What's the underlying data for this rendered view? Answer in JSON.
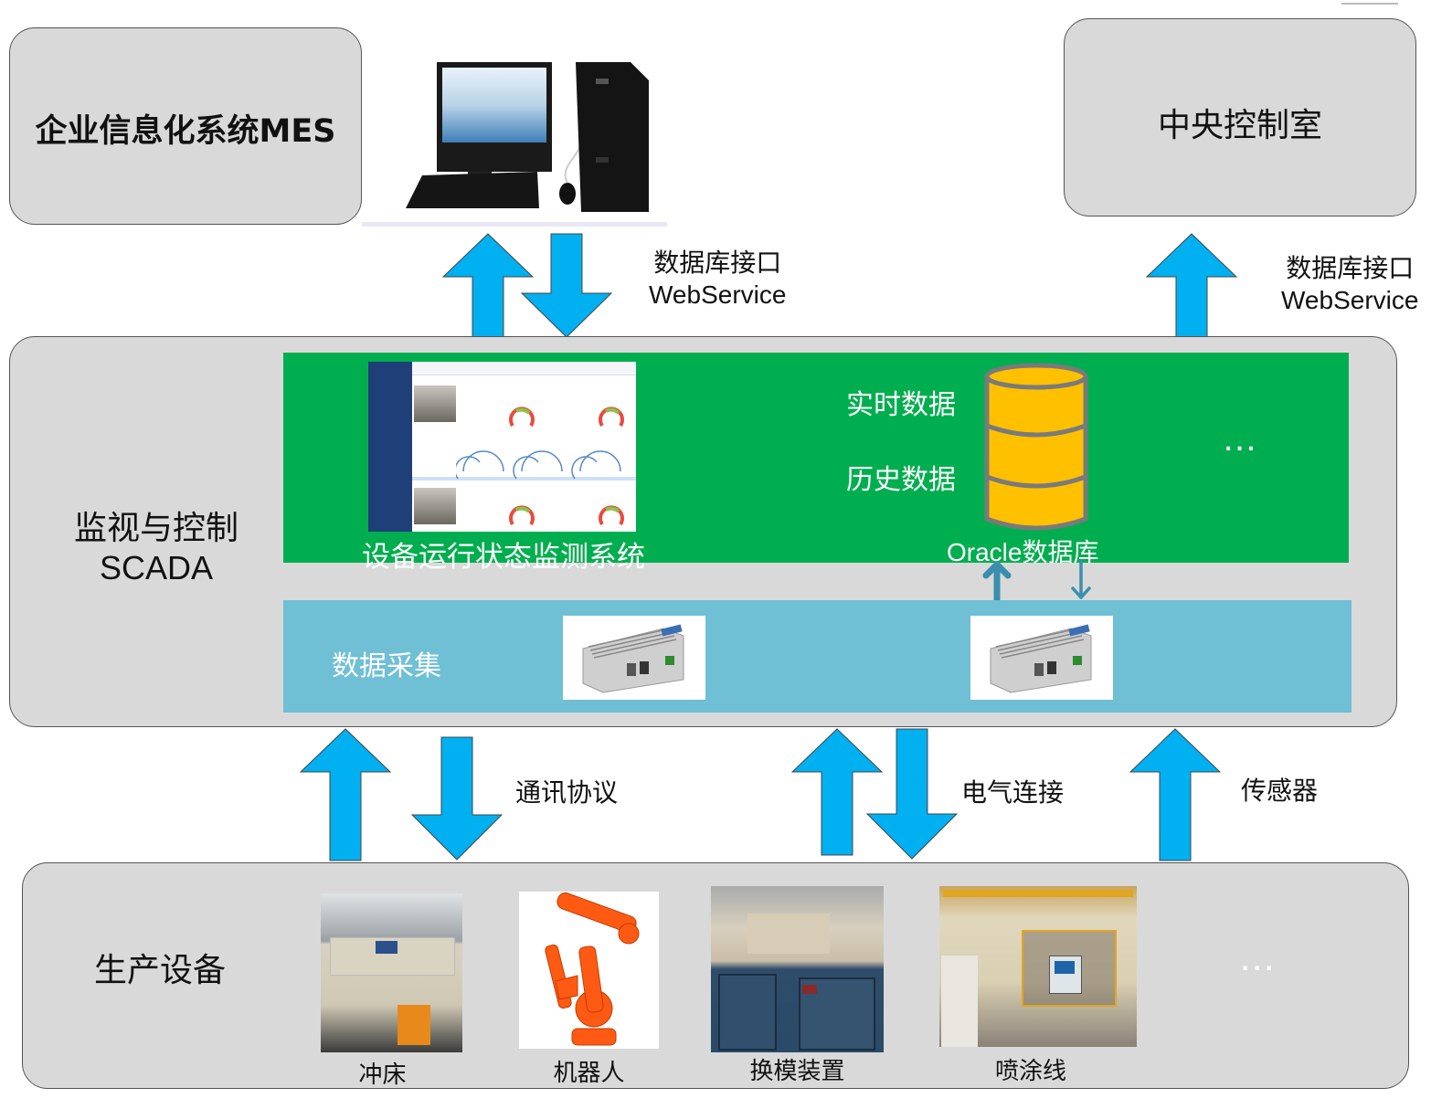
{
  "layers": {
    "mes": {
      "title": "企业信息化系统MES"
    },
    "control_room": {
      "title": "中央控制室"
    },
    "scada": {
      "title_line1": "监视与控制",
      "title_line2": "SCADA"
    },
    "production": {
      "title": "生产设备"
    }
  },
  "interfaces": {
    "mes_link": {
      "line1": "数据库接口",
      "line2": "WebService"
    },
    "control_room_link": {
      "line1": "数据库接口",
      "line2": "WebService"
    },
    "comm_protocol": "通讯协议",
    "electrical": "电气连接",
    "sensor": "传感器"
  },
  "scada_panel": {
    "monitor_system_caption": "设备运行状态监测系统",
    "db_labels": {
      "realtime": "实时数据",
      "history": "历史数据"
    },
    "db_caption": "Oracle数据库",
    "more": "...",
    "acquisition_label": "数据采集"
  },
  "equipment": [
    {
      "name": "冲床",
      "icon": "press-machine-photo"
    },
    {
      "name": "机器人",
      "icon": "industrial-robot-photo"
    },
    {
      "name": "换模装置",
      "icon": "die-change-photo"
    },
    {
      "name": "喷涂线",
      "icon": "spray-line-photo"
    }
  ],
  "equipment_more": "...",
  "colors": {
    "layer_fill": "#d9d9d9",
    "software_band": "#00ae4f",
    "acquisition_band": "#6fbfd5",
    "arrow": "#00b0f0",
    "database": "#ffc000",
    "small_arrow": "#3a8fac"
  }
}
